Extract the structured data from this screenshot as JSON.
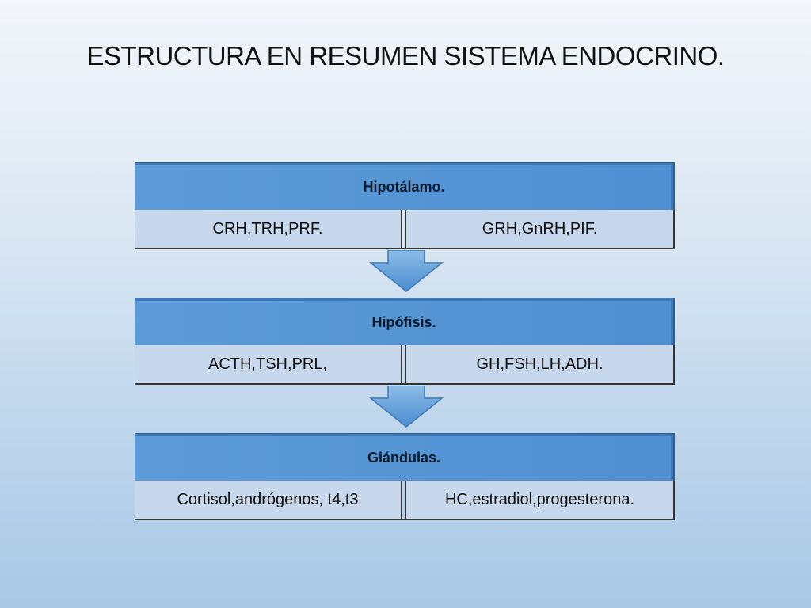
{
  "title": "ESTRUCTURA EN RESUMEN SISTEMA ENDOCRINO.",
  "levels": [
    {
      "header": "Hipotálamo.",
      "left": "CRH,TRH,PRF.",
      "right": "GRH,GnRH,PIF."
    },
    {
      "header": "Hipófisis.",
      "left": "ACTH,TSH,PRL,",
      "right": "GH,FSH,LH,ADH."
    },
    {
      "header": "Glándulas.",
      "left": "Cortisol,andrógenos, t4,t3",
      "right": "HC,estradiol,progesterona."
    }
  ],
  "colors": {
    "header_fill": "#5b9bd5",
    "cell_fill": "#c8d8ec",
    "arrow_fill": "#5b9bd5"
  }
}
